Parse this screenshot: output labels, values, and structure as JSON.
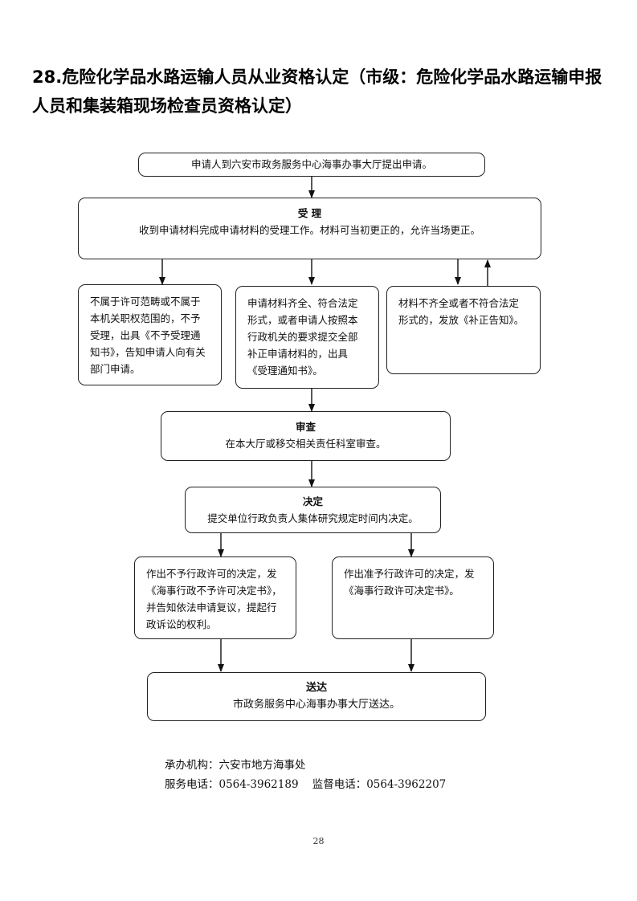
{
  "title": "28.危险化学品水路运输人员从业资格认定（市级：危险化学品水路运输申报人员和集装箱现场检查员资格认定）",
  "flow": {
    "apply": "申请人到六安市政务服务中心海事办事大厅提出申请。",
    "accept": {
      "head": "受 理",
      "text": "收到申请材料完成申请材料的受理工作。材料可当初更正的，允许当场更正。"
    },
    "branch_reject": "不属于许可范畴或不属于本机关职权范围的，不予受理，出具《不予受理通知书》，告知申请人向有关部门申请。",
    "branch_accept": "申请材料齐全、符合法定形式，或者申请人按照本行政机关的要求提交全部补正申请材料的，出具《受理通知书》。",
    "branch_supplement": "材料不齐全或者不符合法定形式的，发放《补正告知》。",
    "review": {
      "head": "审查",
      "text": "在本大厅或移交相关责任科室审查。"
    },
    "decision": {
      "head": "决定",
      "text": "提交单位行政负责人集体研究规定时间内决定。"
    },
    "deny": "作出不予行政许可的决定，发《海事行政不予许可决定书》，并告知依法申请复议，提起行政诉讼的权利。",
    "grant": "作出准予行政许可的决定，发《海事行政许可决定书》。",
    "deliver": {
      "head": "送达",
      "text": "市政务服务中心海事办事大厅送达。"
    }
  },
  "footer": {
    "agency": "承办机构：六安市地方海事处",
    "phones": "服务电话：0564-3962189    监督电话：0564-3962207"
  },
  "page_number": "28"
}
